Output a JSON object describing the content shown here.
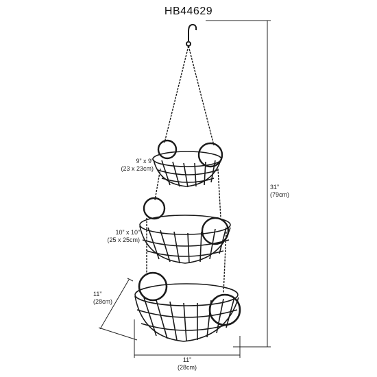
{
  "title": "HB44629",
  "dimensions": {
    "height": {
      "value": "31”",
      "metric": "(79cm)"
    },
    "top_basket": {
      "value": "9” x 9”",
      "metric": "(23 x 23cm)"
    },
    "middle_basket": {
      "value": "10” x 10”",
      "metric": "(25 x 25cm)"
    },
    "bottom_depth": {
      "value": "11”",
      "metric": "(28cm)"
    },
    "bottom_width": {
      "value": "11”",
      "metric": "(28cm)"
    }
  },
  "colors": {
    "wire": "#1a1a1a",
    "line": "#222222"
  }
}
